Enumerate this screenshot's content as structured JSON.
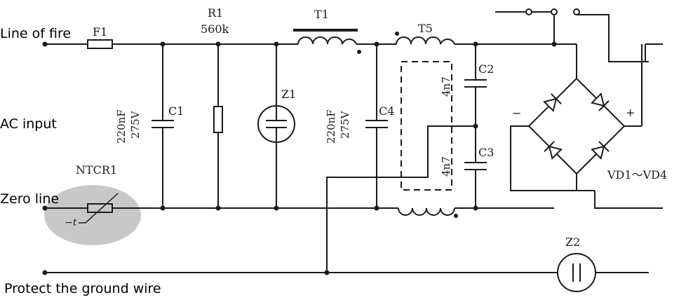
{
  "labels": {
    "line_of_fire": "Line of fire",
    "ac_input": "AC input",
    "zero_line": "Zero line",
    "ground": "Protect the ground wire"
  },
  "components": {
    "f1": "F1",
    "r1": "R1",
    "r1_value": "560k",
    "t1": "T1",
    "t5": "T5",
    "c1": "C1",
    "c1_value_a": "220nF",
    "c1_value_b": "275V",
    "z1": "Z1",
    "c4": "C4",
    "c4_value_a": "220nF",
    "c4_value_b": "275V",
    "c2": "C2",
    "c2_value": "4n7",
    "c3": "C3",
    "c3_value": "4n7",
    "ntcr1": "NTCR1",
    "ntc_t": "−t",
    "vd": "VD1～VD4",
    "minus": "−",
    "plus": "+",
    "z2": "Z2"
  },
  "colors": {
    "wire": "#1a1a1a",
    "highlight": "#c8c8c8"
  }
}
